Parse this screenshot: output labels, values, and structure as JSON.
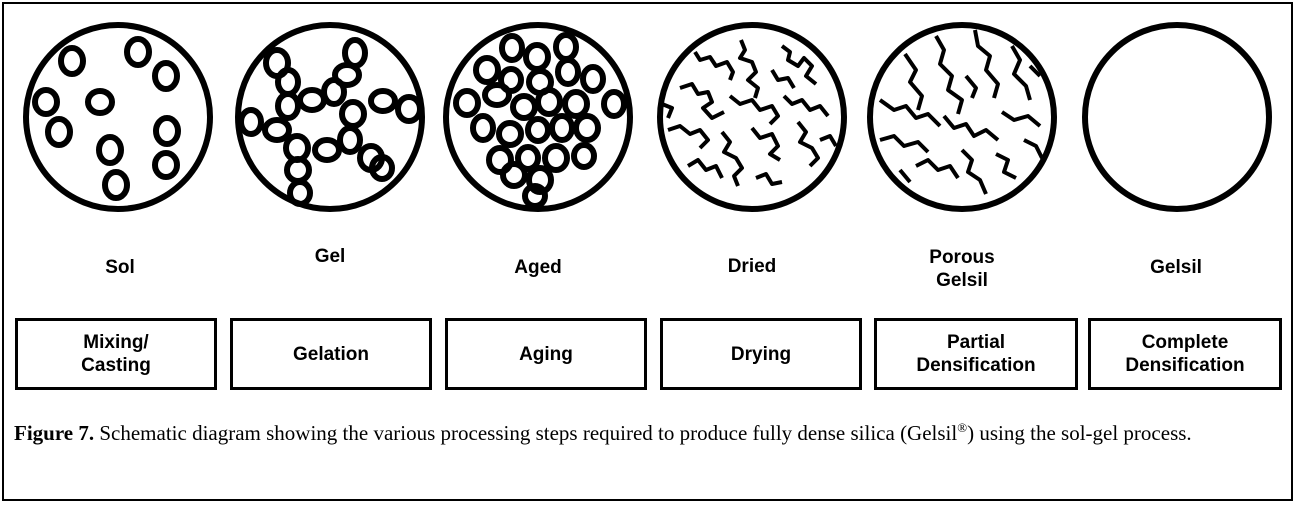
{
  "stages": [
    {
      "label": "Sol",
      "icon": "sol-particles-icon"
    },
    {
      "label": "Gel",
      "icon": "gel-network-icon"
    },
    {
      "label": "Aged",
      "icon": "aged-network-icon"
    },
    {
      "label": "Dried",
      "icon": "dried-pore-structure-icon"
    },
    {
      "label": "Porous\nGelsil",
      "icon": "porous-gelsil-icon"
    },
    {
      "label": "Gelsil",
      "icon": "dense-gelsil-icon"
    }
  ],
  "steps": [
    {
      "label": "Mixing/\nCasting"
    },
    {
      "label": "Gelation"
    },
    {
      "label": "Aging"
    },
    {
      "label": "Drying"
    },
    {
      "label": "Partial\nDensification"
    },
    {
      "label": "Complete\nDensification"
    }
  ],
  "caption": {
    "figure_label": "Figure 7.",
    "text_before": "Schematic diagram showing the various processing steps required to produce fully dense silica (Gelsil",
    "superscript": "®",
    "text_after": ") using the sol-gel process."
  }
}
